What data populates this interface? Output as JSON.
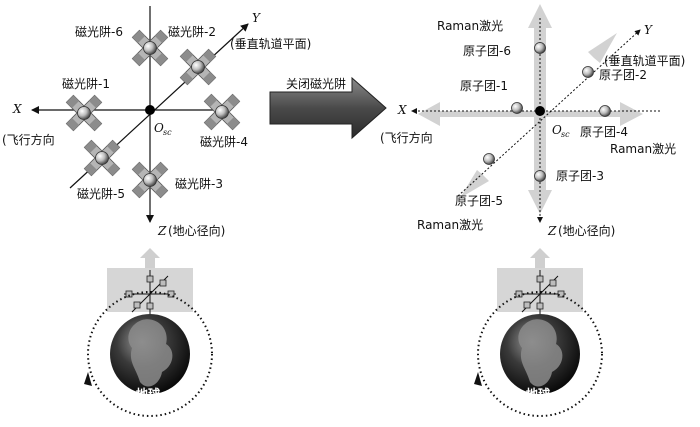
{
  "left_panel": {
    "axis_x": "X",
    "axis_x_desc": "(飞行方向",
    "axis_y": "Y",
    "axis_y_desc": "(垂直轨道平面)",
    "axis_z": "Z",
    "axis_z_desc": "(地心径向)",
    "origin": "O",
    "origin_sub": "sc",
    "traps": [
      "磁光阱-1",
      "磁光阱-2",
      "磁光阱-3",
      "磁光阱-4",
      "磁光阱-5",
      "磁光阱-6"
    ]
  },
  "transition": {
    "label": "关闭磁光阱"
  },
  "right_panel": {
    "axis_x": "X",
    "axis_x_desc": "(飞行方向",
    "axis_y": "Y",
    "axis_y_desc": "(垂直轨道平面)",
    "axis_z": "Z",
    "axis_z_desc": "(地心径向)",
    "origin": "O",
    "origin_sub": "sc",
    "clusters": [
      "原子团-1",
      "原子团-2",
      "原子团-3",
      "原子团-4",
      "原子团-5",
      "原子团-6"
    ],
    "raman_labels": [
      "Raman激光",
      "Raman激光",
      "Raman激光"
    ]
  },
  "earth": {
    "label": "地球"
  }
}
